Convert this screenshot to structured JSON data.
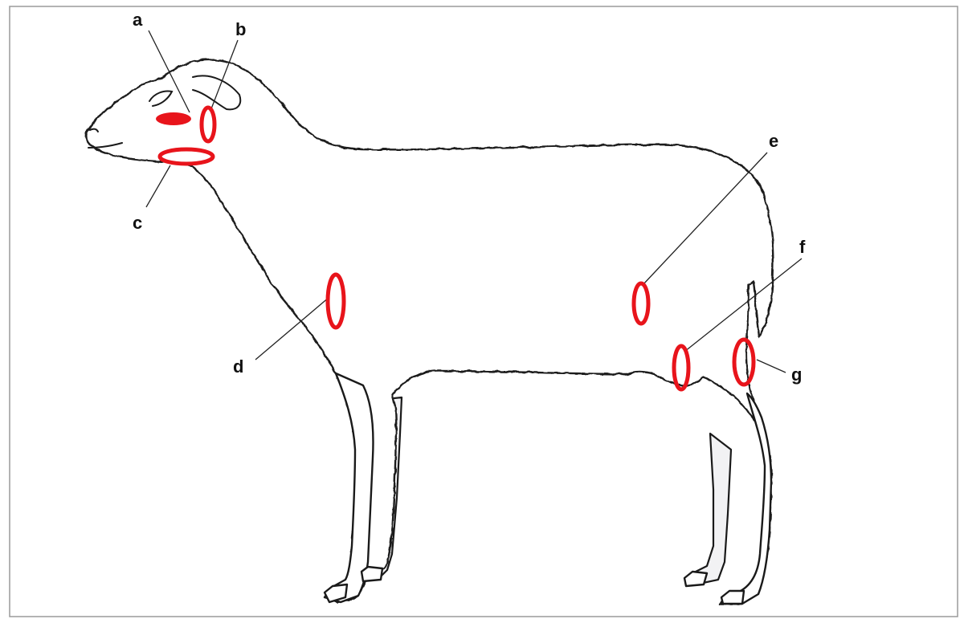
{
  "marker_color": "#e8141b",
  "line_color": "#1a1a1a",
  "labels": {
    "a": "a",
    "b": "b",
    "c": "c",
    "d": "d",
    "e": "e",
    "f": "f",
    "g": "g"
  }
}
